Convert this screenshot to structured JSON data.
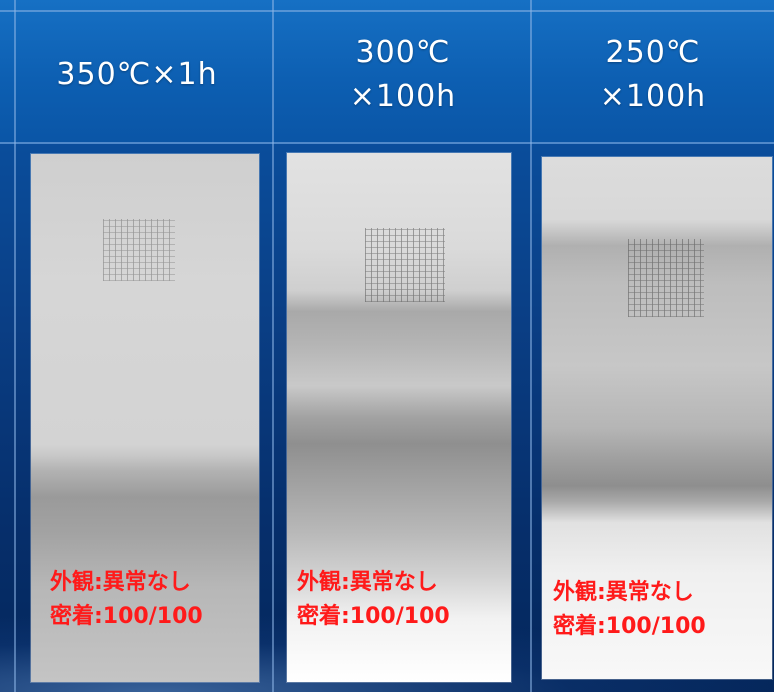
{
  "columns": [
    {
      "header_lines": [
        "350℃×1h"
      ],
      "appearance": "外観:異常なし",
      "adhesion": "密着:100/100"
    },
    {
      "header_lines": [
        "300℃",
        "×100h"
      ],
      "appearance": "外観:異常なし",
      "adhesion": "密着:100/100"
    },
    {
      "header_lines": [
        "250℃",
        "×100h"
      ],
      "appearance": "外観:異常なし",
      "adhesion": "密着:100/100"
    }
  ],
  "colors": {
    "header_text": "#ffffff",
    "result_text": "#ff1a1a",
    "background_top": "#0a5fb0",
    "background_bottom": "#04265a"
  }
}
